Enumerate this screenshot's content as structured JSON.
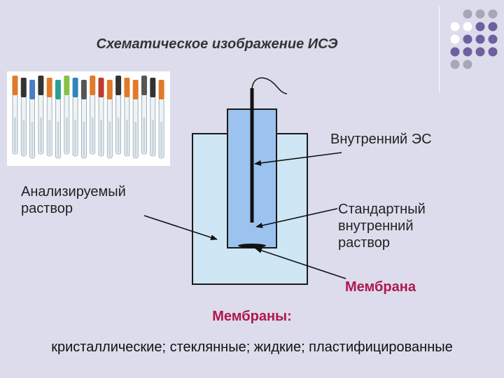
{
  "title": "Схематическое изображение ИСЭ",
  "labels": {
    "inner_electrode": "Внутренний ЭС",
    "analyzed_solution": [
      "Анализируемый",
      "раствор"
    ],
    "standard_solution": [
      "Стандартный",
      "внутренний",
      "раствор"
    ],
    "membrane": "Мембрана"
  },
  "membranes_heading": "Мембраны:",
  "membrane_types": "кристаллические; стеклянные; жидкие; пластифицированные",
  "colors": {
    "background": "#dcdcec",
    "accent": "#b0174e",
    "outer_vessel": "#cfe6f4",
    "inner_tube": "#9cc3ef",
    "dot_purple": "#6e5fa0",
    "dot_gray": "#a8a8b4",
    "dot_white": "#ffffff"
  },
  "photo_icon": "ion-selective-electrodes-photo"
}
